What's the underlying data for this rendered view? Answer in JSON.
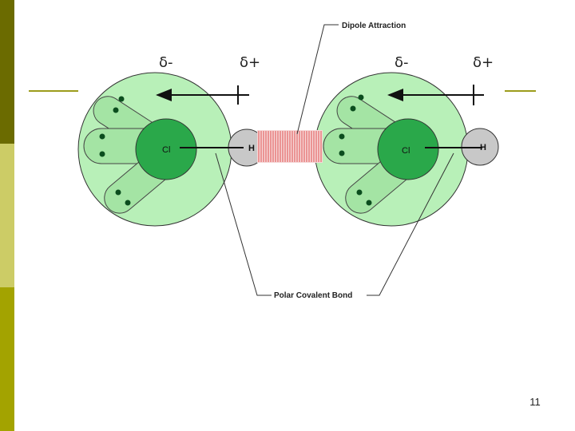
{
  "labels": {
    "dipole_attraction": "Dipole Attraction",
    "polar_covalent_bond": "Polar Covalent Bond"
  },
  "molecules": [
    {
      "atom_large": "Cl",
      "atom_small": "H",
      "charge_negative": "δ-",
      "charge_positive": "δ+"
    },
    {
      "atom_large": "Cl",
      "atom_small": "H",
      "charge_negative": "δ-",
      "charge_positive": "δ+"
    }
  ],
  "page_number": "11",
  "colors": {
    "sidebar_dark": "#6b6b00",
    "sidebar_light": "#cccc66",
    "sidebar_mid": "#a3a300",
    "electron_cloud": "#b8f0b8",
    "chlorine": "#2aa84a",
    "hydrogen": "#c8c8c8",
    "dipole_hatch": "#e05050",
    "electron_dot": "#0b4d1e",
    "accent_line": "#9c9c1c"
  },
  "icons": [
    "arrow-left-icon",
    "electron-pair-icon"
  ]
}
